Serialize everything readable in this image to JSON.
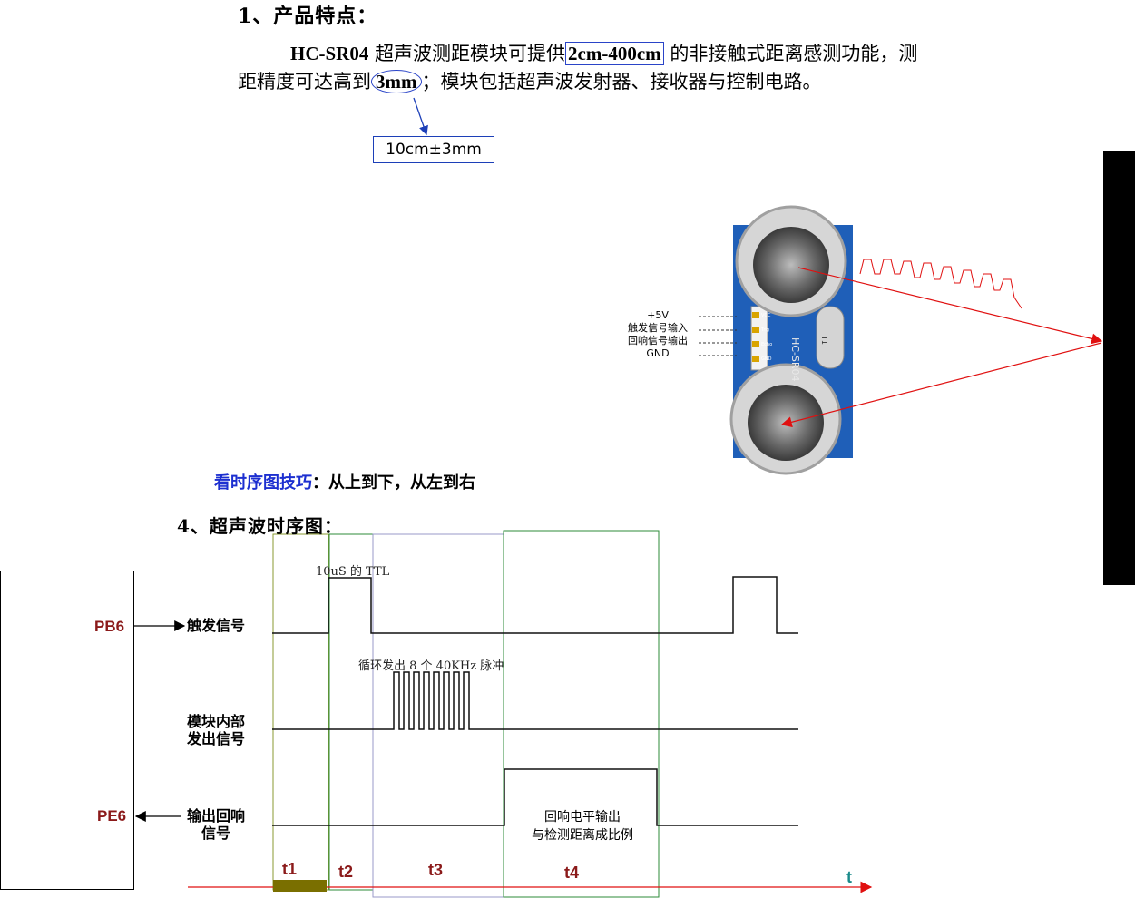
{
  "section1": {
    "heading": "1、产品特点：",
    "model": "HC-SR04",
    "text_a": " 超声波测距模块可提供",
    "range": "2cm-400cm",
    "text_b": " 的非接触式距离感测功能，测",
    "text_c": "距精度可达高到",
    "precision": "3mm",
    "text_d": "；模块包括超声波发射器、接收器与控制电路。",
    "callout": "10cm±3mm"
  },
  "module": {
    "pins": [
      "+5V",
      "触发信号输入",
      "回响信号输出",
      "GND"
    ],
    "pin_silk": [
      "VCC",
      "Trig",
      "Echo",
      "GND"
    ],
    "board_label": "HC-SR04",
    "crystal_label": "T1",
    "colors": {
      "board": "#1f5fb8",
      "sensor": "#c9c9c9",
      "beam": "#e01010"
    }
  },
  "tip": {
    "label": "看时序图技巧",
    "text": "：从上到下，从左到右"
  },
  "section4": {
    "heading": "4、超声波时序图：",
    "mcu_pins": {
      "trigger": "PB6",
      "echo": "PE6"
    },
    "signals": {
      "trigger": "触发信号",
      "internal": "模块内部\n发出信号",
      "echo": "输出回响\n信号"
    },
    "annotations": {
      "ttl": "10uS 的 TTL",
      "burst": "循环发出 8 个 40KHz 脉冲",
      "echo_note": "回响电平输出\n与检测距离成比例"
    },
    "phases": [
      "t1",
      "t2",
      "t3",
      "t4"
    ],
    "time_axis": "t",
    "phase_colors": [
      "#7a8a20",
      "#2e8b3a",
      "#8a8ab8",
      "#2e8b3a"
    ]
  }
}
